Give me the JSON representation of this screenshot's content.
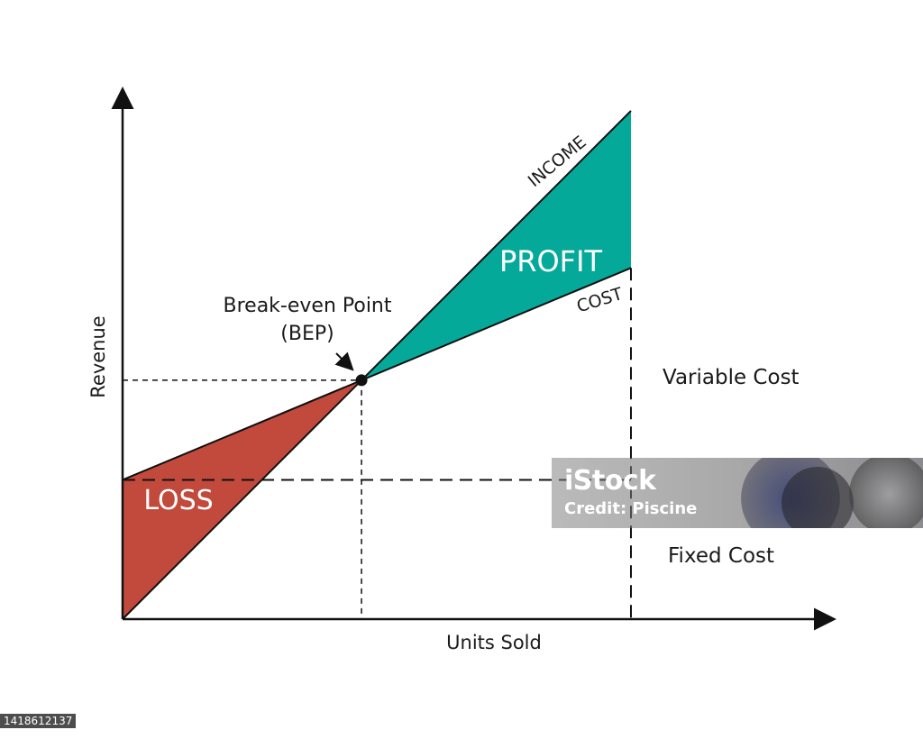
{
  "chart_data": {
    "type": "area",
    "title": "",
    "xlabel": "Units Sold",
    "ylabel": "Revenue",
    "xlim": [
      0,
      1
    ],
    "ylim": [
      0,
      1
    ],
    "series": [
      {
        "name": "INCOME",
        "x": [
          0,
          1
        ],
        "y": [
          0,
          1
        ]
      },
      {
        "name": "COST",
        "x": [
          0,
          1
        ],
        "y": [
          0.274,
          0.691
        ]
      }
    ],
    "fixed_cost": 0.274,
    "break_even": {
      "x": 0.47,
      "y": 0.47,
      "label_line1": "Break-even Point",
      "label_line2": "(BEP)"
    },
    "regions": {
      "profit": {
        "label": "PROFIT",
        "color": "#05a99a"
      },
      "loss": {
        "label": "LOSS",
        "color": "#c24a3c"
      }
    },
    "annotations": {
      "variable_cost": "Variable Cost",
      "fixed_cost": "Fixed Cost"
    },
    "grid": false,
    "legend": "none"
  },
  "watermark": {
    "logo": "iStock",
    "credit": "Credit: Piscine",
    "stock_id": "1418612137"
  }
}
